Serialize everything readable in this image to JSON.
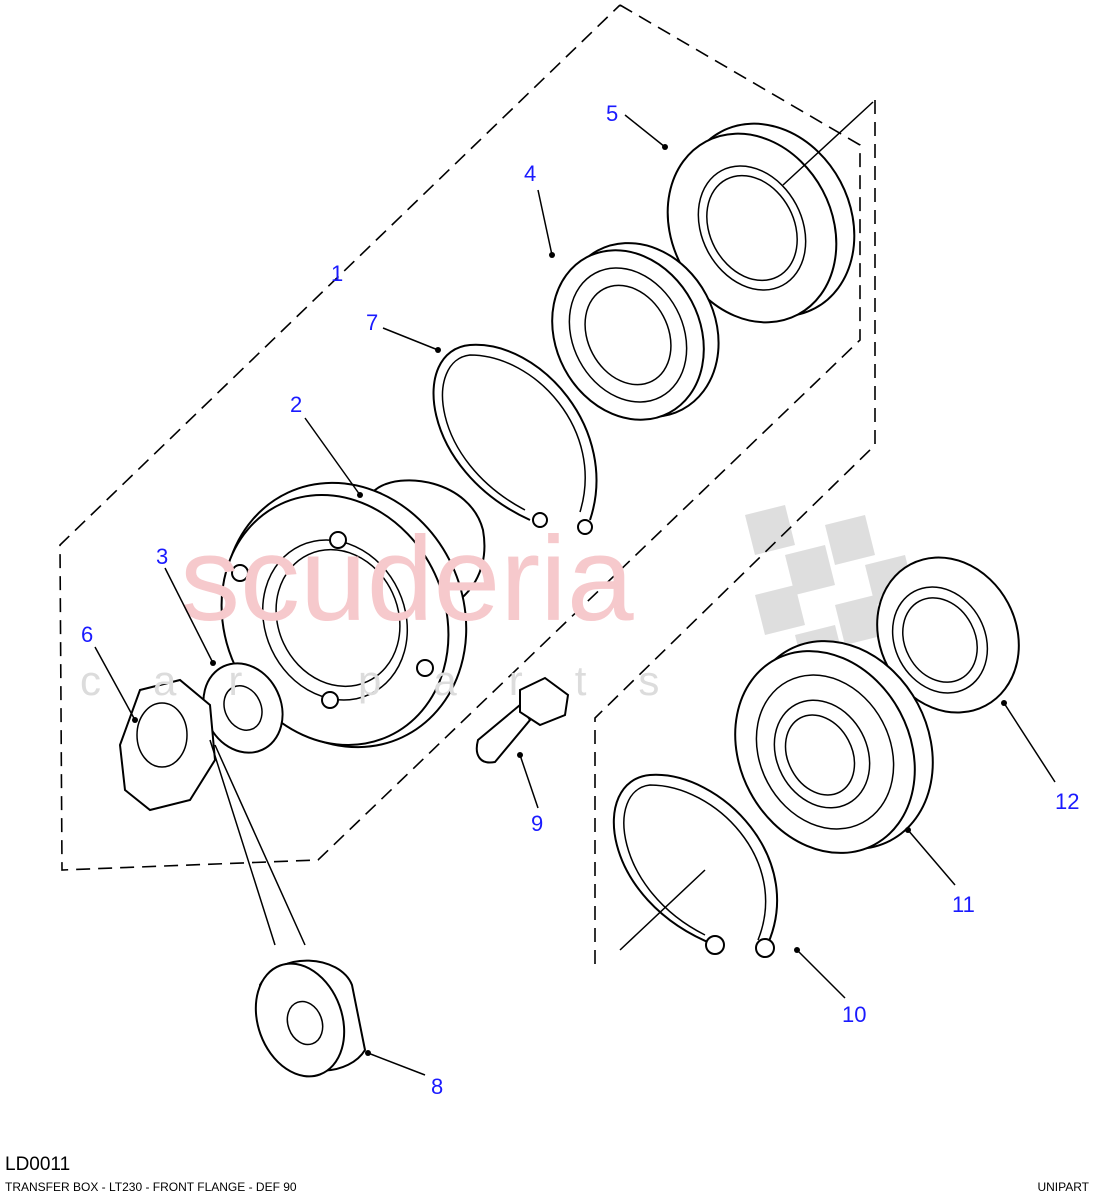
{
  "diagram": {
    "code": "LD0011",
    "title": "TRANSFER BOX - LT230 - FRONT FLANGE - DEF 90",
    "supplier": "UNIPART",
    "callouts": [
      "1",
      "2",
      "3",
      "4",
      "5",
      "6",
      "7",
      "8",
      "9",
      "10",
      "11",
      "12"
    ]
  },
  "watermark": {
    "main": "scuderia",
    "sub": "car parts",
    "main_color": "#f6c9cc",
    "sub_color": "#dcdcdc"
  },
  "callout_color": "#1a1aff"
}
